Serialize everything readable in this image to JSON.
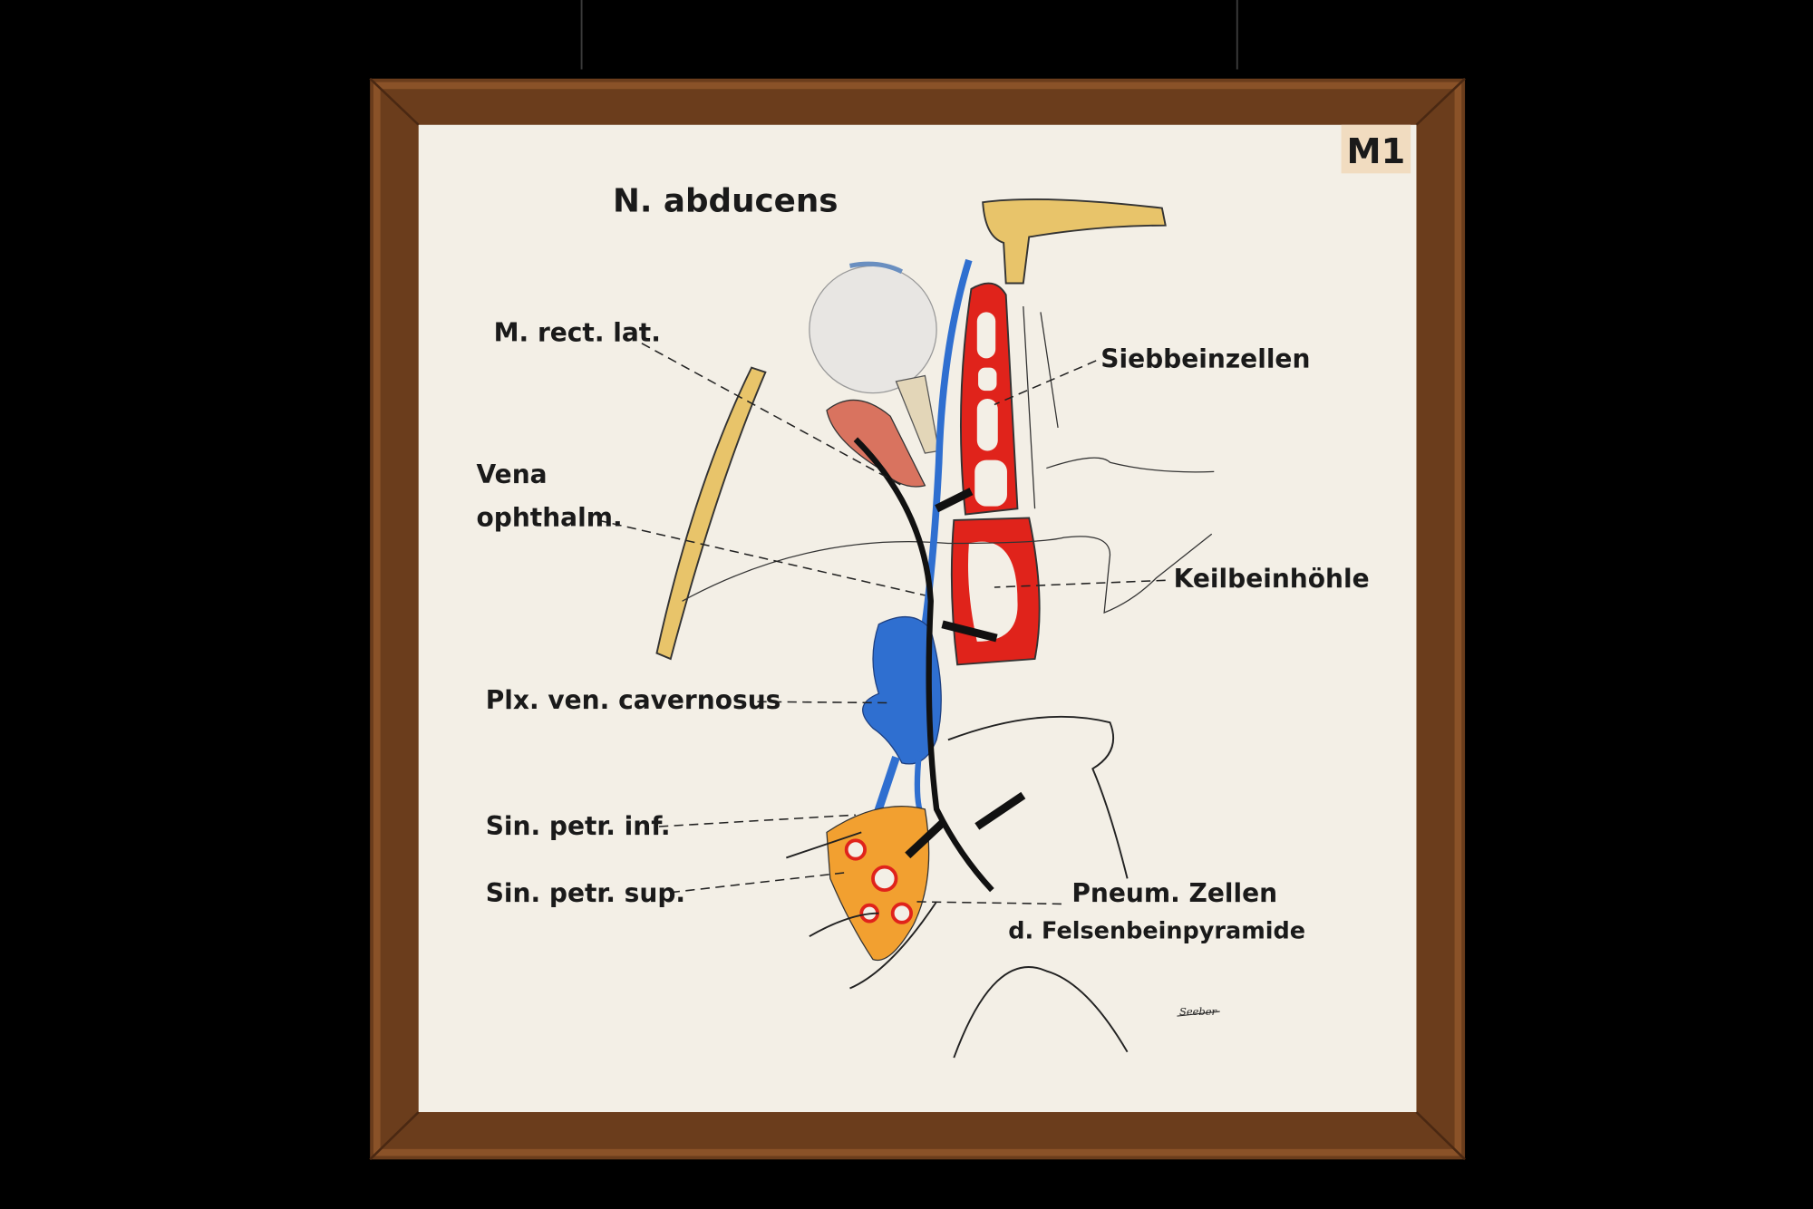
{
  "poster": {
    "title": "N. abducens",
    "catalog_label": "M1",
    "labels": {
      "m_rect_lat": "M. rect. lat.",
      "siebbeinzellen": "Siebbeinzellen",
      "vena_line1": "Vena",
      "vena_line2": "ophthalm.",
      "keilbeinhoehle": "Keilbeinhöhle",
      "plx_ven_cavernosus": "Plx. ven. cavernosus",
      "sin_petr_inf": "Sin. petr. inf.",
      "sin_petr_sup": "Sin. petr. sup.",
      "pneum_zellen_line1": "Pneum. Zellen",
      "pneum_zellen_line2": "d. Felsenbeinpyramide"
    },
    "signature": "Seeber"
  },
  "colors": {
    "frame": "#6b3d1c",
    "board": "#f3efe6",
    "bone": "#e8c46a",
    "sinus_red": "#e0231b",
    "vein_blue": "#2f6fd0",
    "muscle": "#d9735f"
  }
}
